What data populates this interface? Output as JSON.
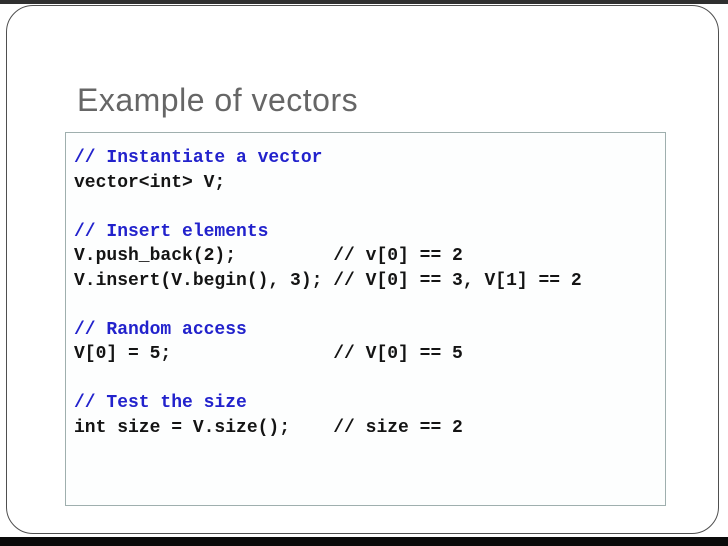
{
  "slide": {
    "title": "Example of vectors",
    "colors": {
      "title_text": "#666666",
      "comment_text": "#2222cc",
      "code_text": "#141414",
      "code_box_border": "#9fafae",
      "frame_border": "#4f4f4f",
      "top_bar": "#2f2f2f",
      "bottom_bar": "#0a0a0a"
    }
  },
  "code_block": {
    "lines": [
      {
        "type": "comment",
        "text": "// Instantiate a vector"
      },
      {
        "type": "code",
        "text": "vector<int> V;"
      },
      {
        "type": "blank",
        "text": ""
      },
      {
        "type": "comment",
        "text": "// Insert elements"
      },
      {
        "type": "code",
        "text": "V.push_back(2);         // v[0] == 2"
      },
      {
        "type": "code",
        "text": "V.insert(V.begin(), 3); // V[0] == 3, V[1] == 2"
      },
      {
        "type": "blank",
        "text": ""
      },
      {
        "type": "comment",
        "text": "// Random access"
      },
      {
        "type": "code",
        "text": "V[0] = 5;               // V[0] == 5"
      },
      {
        "type": "blank",
        "text": ""
      },
      {
        "type": "comment",
        "text": "// Test the size"
      },
      {
        "type": "code",
        "text": "int size = V.size();    // size == 2"
      }
    ]
  }
}
